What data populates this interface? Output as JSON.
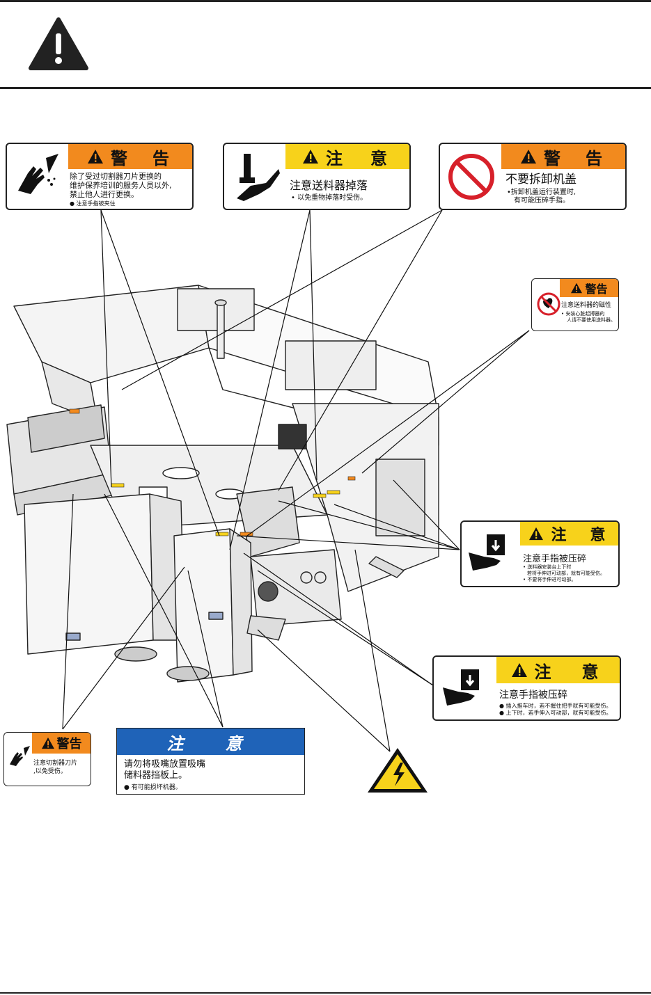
{
  "header": {
    "icon": "warning-triangle-icon"
  },
  "labels": {
    "cutter_warning": {
      "header": "警　告",
      "lines": [
        "除了受过切割器刀片更换的",
        "维护保养培训的服务人员以外,",
        "禁止他人进行更换。"
      ],
      "note": "● 注意手指被夹住",
      "icon": "finger-cut-icon"
    },
    "feeder_drop": {
      "header": "注　意",
      "title": "注意送料器掉落",
      "note": "• 以免重物掉落时受伤。",
      "icon": "falling-object-icon"
    },
    "cover_warning": {
      "header": "警　告",
      "title": "不要拆卸机盖",
      "notes": [
        "•拆卸机盖运行装置时,",
        "有可能压碎手指。"
      ],
      "icon": "prohibition-icon"
    },
    "magnet_warning": {
      "header": "警告",
      "title": "注意送料器的磁性",
      "notes": [
        "• 安装心脏起搏器的",
        "人请不要使用送料器。"
      ],
      "icon": "pacemaker-prohibited-icon"
    },
    "crush_feeder": {
      "header": "注　意",
      "title": "注意手指被压碎",
      "notes": [
        "• 送料器安装台上下时",
        "若将手伸进可动部，就有可能受伤。",
        "• 不要将手伸进可动部。"
      ],
      "icon": "hand-crush-icon"
    },
    "crush_cart": {
      "header": "注　意",
      "title": "注意手指被压碎",
      "notes": [
        "● 插入推车时，若不握住把手就有可能受伤。",
        "● 上下时，若手伸入可动部，就有可能受伤。"
      ],
      "icon": "hand-crush-icon"
    },
    "cutter_small": {
      "header": "警告",
      "lines": [
        "注意切割器刀片",
        ",以免受伤。"
      ],
      "icon": "finger-cut-icon"
    },
    "nozzle_caution": {
      "header": "注　意",
      "lines": [
        "请勿将吸嘴放置吸嘴",
        "储料器挡板上。"
      ],
      "note": "● 有可能损坏机器。"
    },
    "electric": {
      "icon": "electric-shock-icon"
    }
  },
  "colors": {
    "orange": "#f28a1e",
    "yellow": "#f7d21b",
    "blue": "#1f63b8",
    "red": "#d7202a"
  },
  "machine": {
    "icon": "placement-machine-illustration"
  }
}
